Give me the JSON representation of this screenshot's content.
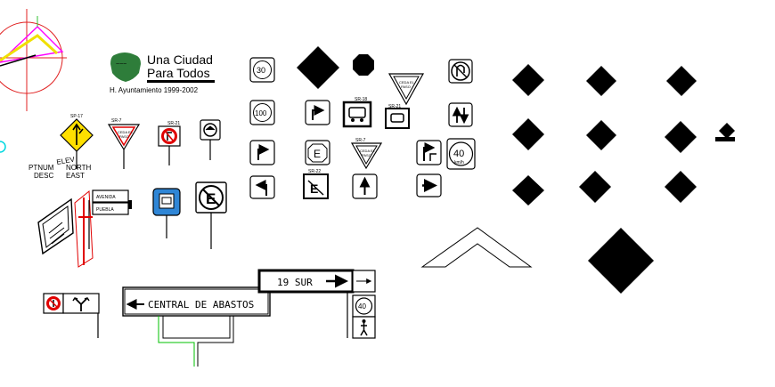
{
  "logo": {
    "line1": "Una Ciudad",
    "line2": "Para Todos",
    "caption": "H. Ayuntamiento 1999-2002",
    "shield_color": "#2e7d3a"
  },
  "codes": {
    "sp17": "SP-17",
    "sr7a": "SR-7",
    "sr21": "SR-21",
    "sr18": "SR-18",
    "sr7b": "SR-7",
    "sr22": "SR-22"
  },
  "signs": {
    "speed_30": "30",
    "speed_100": "100",
    "speed_40_top": "40",
    "speed_40_unit": "km/h",
    "speed_40_small": "40",
    "ceda_1": "CEDA EL",
    "ceda_2": "PASO",
    "e_small": "E",
    "route": "19 SUR",
    "destination": "CENTRAL DE ABASTOS",
    "pointer_1": "AVENIDA",
    "pointer_2": "PUEBLA",
    "board_small": "→"
  },
  "markers": {
    "ptnum": "PTNUM",
    "desc": "DESC",
    "elev": "ELEV",
    "north": "NORTH",
    "east": "EAST"
  },
  "colors": {
    "sign_yellow": "#ffe000",
    "sign_red": "#e00000",
    "sign_blue": "#2f86d6",
    "cad_green": "#00c000",
    "cad_cyan": "#00e0e0",
    "cad_magenta": "#ff00ff",
    "cad_red": "#ff2020"
  }
}
